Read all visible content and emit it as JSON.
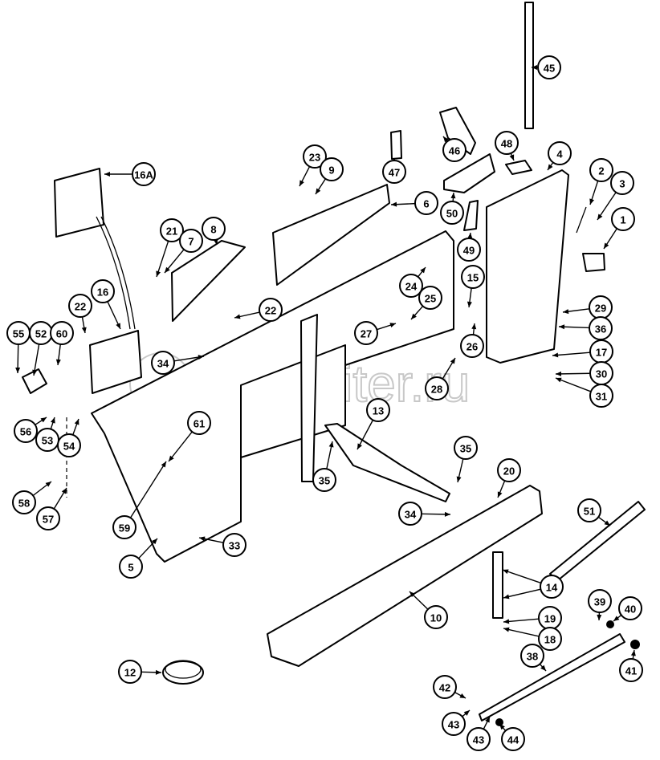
{
  "watermark": "autopiter.ru",
  "callouts": [
    "45",
    "46",
    "47",
    "48",
    "4",
    "16A",
    "23",
    "9",
    "6",
    "2",
    "3",
    "1",
    "50",
    "49",
    "21",
    "7",
    "8",
    "24",
    "15",
    "25",
    "22",
    "16",
    "22",
    "29",
    "36",
    "27",
    "26",
    "17",
    "55",
    "52",
    "60",
    "34",
    "28",
    "30",
    "31",
    "61",
    "13",
    "56",
    "53",
    "54",
    "35",
    "35",
    "20",
    "58",
    "59",
    "34",
    "57",
    "51",
    "33",
    "5",
    "14",
    "10",
    "39",
    "40",
    "19",
    "18",
    "12",
    "38",
    "41",
    "42",
    "43",
    "43",
    "44"
  ]
}
